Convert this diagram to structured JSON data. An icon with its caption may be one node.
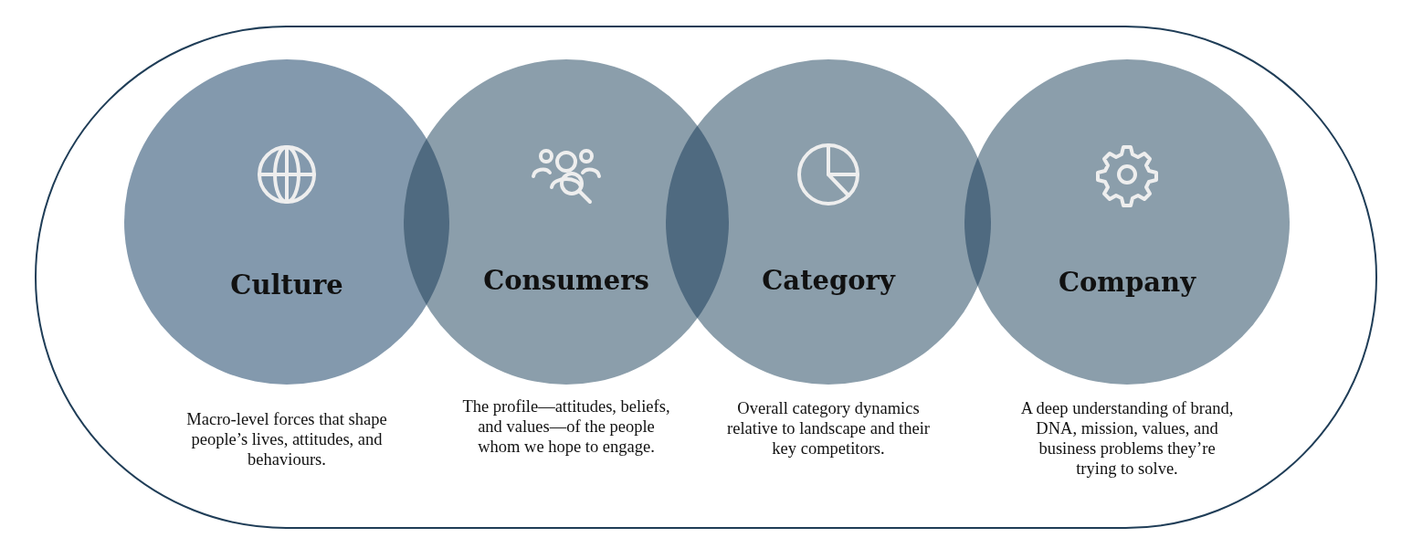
{
  "diagram": {
    "nodes": [
      {
        "text": [],
        "shape": "box"
      },
      {
        "text": [
          "Culture"
        ],
        "in": 0,
        "beside": [
          "Macro-level forces that shape people’s lives, attitudes, and behaviours."
        ]
      },
      {
        "text": [
          "Consumers"
        ],
        "in": 0,
        "beside": [
          "The profile—attitudes, beliefs, and values—of the people whom we hope to engage."
        ]
      },
      {
        "text": [
          "Category"
        ],
        "in": 0,
        "beside": [
          "Overall category dynamics relative to landscape and their key competitors."
        ]
      },
      {
        "text": [
          "Company"
        ],
        "in": 0,
        "beside": [
          "A deep understanding of brand, DNA, mission, values, and business problems they’re trying to solve."
        ]
      }
    ],
    "edges": []
  }
}
